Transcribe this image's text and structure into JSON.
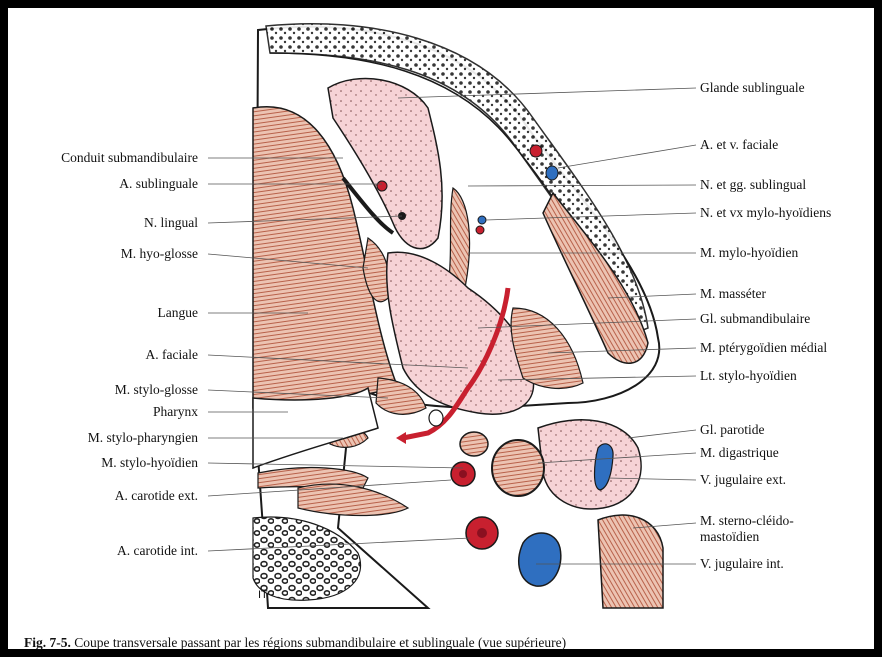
{
  "labels_left": [
    {
      "id": "conduit-submandibulaire",
      "text": "Conduit submandibulaire"
    },
    {
      "id": "a-sublinguale",
      "text": "A. sublinguale"
    },
    {
      "id": "n-lingual",
      "text": "N. lingual"
    },
    {
      "id": "m-hyo-glosse",
      "text": "M. hyo-glosse"
    },
    {
      "id": "langue",
      "text": "Langue"
    },
    {
      "id": "a-faciale",
      "text": "A. faciale"
    },
    {
      "id": "m-stylo-glosse",
      "text": "M. stylo-glosse"
    },
    {
      "id": "pharynx",
      "text": "Pharynx"
    },
    {
      "id": "m-stylo-pharyngien",
      "text": "M. stylo-pharyngien"
    },
    {
      "id": "m-stylo-hyoidien-left",
      "text": "M. stylo-hyoïdien"
    },
    {
      "id": "a-carotide-ext",
      "text": "A. carotide ext."
    },
    {
      "id": "a-carotide-int",
      "text": "A. carotide int."
    }
  ],
  "labels_right": [
    {
      "id": "glande-sublinguale",
      "text": "Glande sublinguale"
    },
    {
      "id": "a-v-faciale",
      "text": "A. et v. faciale"
    },
    {
      "id": "n-gg-sublingual",
      "text": "N. et gg. sublingual"
    },
    {
      "id": "n-vx-mylo-hyoidiens",
      "text": "N. et vx mylo-hyoïdiens"
    },
    {
      "id": "m-mylo-hyoidien",
      "text": "M. mylo-hyoïdien"
    },
    {
      "id": "m-masseter",
      "text": "M. masséter"
    },
    {
      "id": "gl-submandibulaire",
      "text": "Gl. submandibulaire"
    },
    {
      "id": "m-pterygoidien-medial",
      "text": "M. ptérygoïdien médial"
    },
    {
      "id": "lt-stylo-hyoidien",
      "text": "Lt. stylo-hyoïdien"
    },
    {
      "id": "gl-parotide",
      "text": "Gl. parotide"
    },
    {
      "id": "m-digastrique",
      "text": "M. digastrique"
    },
    {
      "id": "v-jugulaire-ext",
      "text": "V. jugulaire ext."
    },
    {
      "id": "m-sterno-1",
      "text": "M. sterno-cléido-"
    },
    {
      "id": "m-sterno-2",
      "text": "mastoïdien"
    },
    {
      "id": "v-jugulaire-int",
      "text": "V. jugulaire int."
    }
  ],
  "caption": {
    "figure_number": "Fig. 7-5.",
    "text": " Coupe transversale passant par les régions submandibulaire et sublinguale (vue supérieure)"
  },
  "corner_mark": "IT",
  "colors": {
    "muscle_stripe": "#c96f55",
    "muscle_fill": "#edc6b6",
    "gland_fill": "#f6d3d6",
    "artery": "#c8202f",
    "vein": "#2f6fc0",
    "outline": "#1a1a1a",
    "frame": "#000000"
  }
}
